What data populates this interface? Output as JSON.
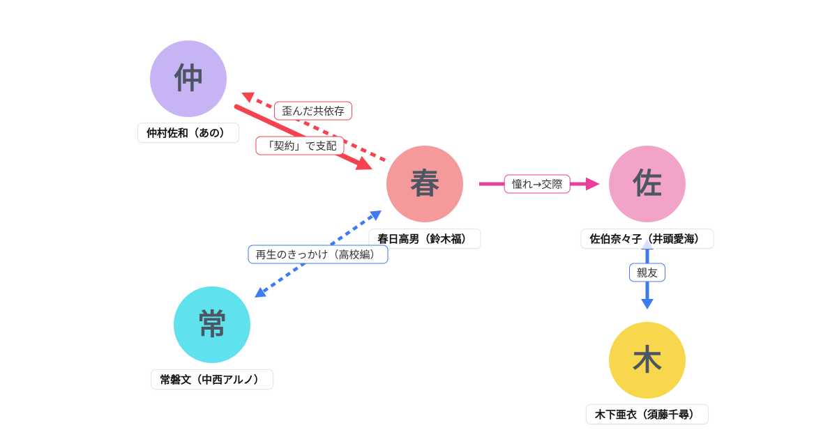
{
  "diagram": {
    "type": "character-relationship-graph",
    "background_color": "#ffffff",
    "node_char_color": "#4b5563",
    "nodes": [
      {
        "id": "nakamura",
        "char": "仲",
        "label": "仲村佐和（あの）",
        "fill": "#c6b4f4"
      },
      {
        "id": "kasuga",
        "char": "春",
        "label": "春日高男（鈴木福）",
        "fill": "#f59a9a"
      },
      {
        "id": "saeki",
        "char": "佐",
        "label": "佐伯奈々子（井頭愛海）",
        "fill": "#f3a3c8"
      },
      {
        "id": "tokiwa",
        "char": "常",
        "label": "常磐文（中西アルノ）",
        "fill": "#60e1ee"
      },
      {
        "id": "kinoshita",
        "char": "木",
        "label": "木下亜衣（須藤千尋）",
        "fill": "#f9d74d"
      }
    ],
    "edges": [
      {
        "from": "kasuga",
        "to": "nakamura",
        "label": "歪んだ共依存",
        "line": "dashed",
        "direction": "one-way",
        "color": "#f4434f"
      },
      {
        "from": "nakamura",
        "to": "kasuga",
        "label": "「契約」で支配",
        "line": "solid",
        "direction": "one-way",
        "color": "#f4434f"
      },
      {
        "from": "kasuga",
        "to": "saeki",
        "label": "憧れ→交際",
        "line": "solid",
        "direction": "one-way",
        "color": "#e93e9c"
      },
      {
        "from": "tokiwa",
        "to": "kasuga",
        "label": "再生のきっかけ（高校編）",
        "line": "dashed",
        "direction": "two-way",
        "color": "#3d7af4"
      },
      {
        "from": "saeki",
        "to": "kinoshita",
        "label": "親友",
        "line": "solid",
        "direction": "two-way",
        "color": "#3d7af4"
      }
    ]
  }
}
